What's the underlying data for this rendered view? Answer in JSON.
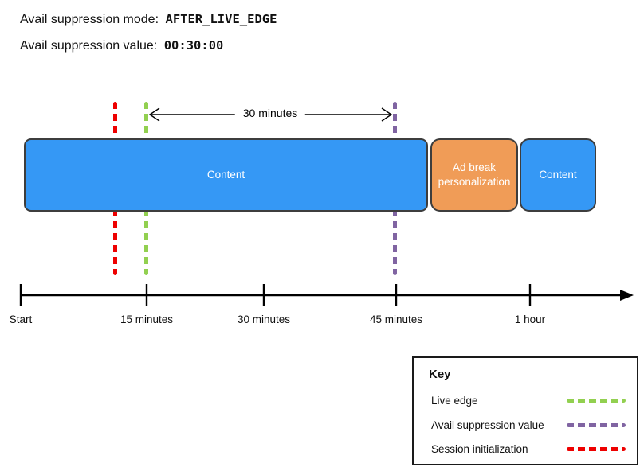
{
  "header": {
    "mode_label": "Avail suppression mode:",
    "mode_value": "AFTER_LIVE_EDGE",
    "value_label": "Avail suppression value:",
    "value_value": "00:30:00"
  },
  "diagram": {
    "duration_label": "30 minutes",
    "blocks": [
      {
        "label": "Content",
        "color": "#3598f5"
      },
      {
        "label": "Ad break personalization",
        "color": "#f09c57"
      },
      {
        "label": "Content",
        "color": "#3598f5"
      }
    ],
    "markers": [
      {
        "name": "session-initialization",
        "color": "#ee0000",
        "style": "dashed"
      },
      {
        "name": "live-edge",
        "color": "#92d050",
        "style": "dashed"
      },
      {
        "name": "avail-suppression-value",
        "color": "#8064a2",
        "style": "dashed"
      }
    ]
  },
  "timeline": {
    "ticks": [
      {
        "label": "Start"
      },
      {
        "label": "15 minutes"
      },
      {
        "label": "30 minutes"
      },
      {
        "label": "45 minutes"
      },
      {
        "label": "1 hour"
      }
    ]
  },
  "key": {
    "title": "Key",
    "items": [
      {
        "label": "Live edge",
        "color": "#92d050"
      },
      {
        "label": "Avail suppression value",
        "color": "#8064a2"
      },
      {
        "label": "Session initialization",
        "color": "#ee0000"
      }
    ]
  }
}
